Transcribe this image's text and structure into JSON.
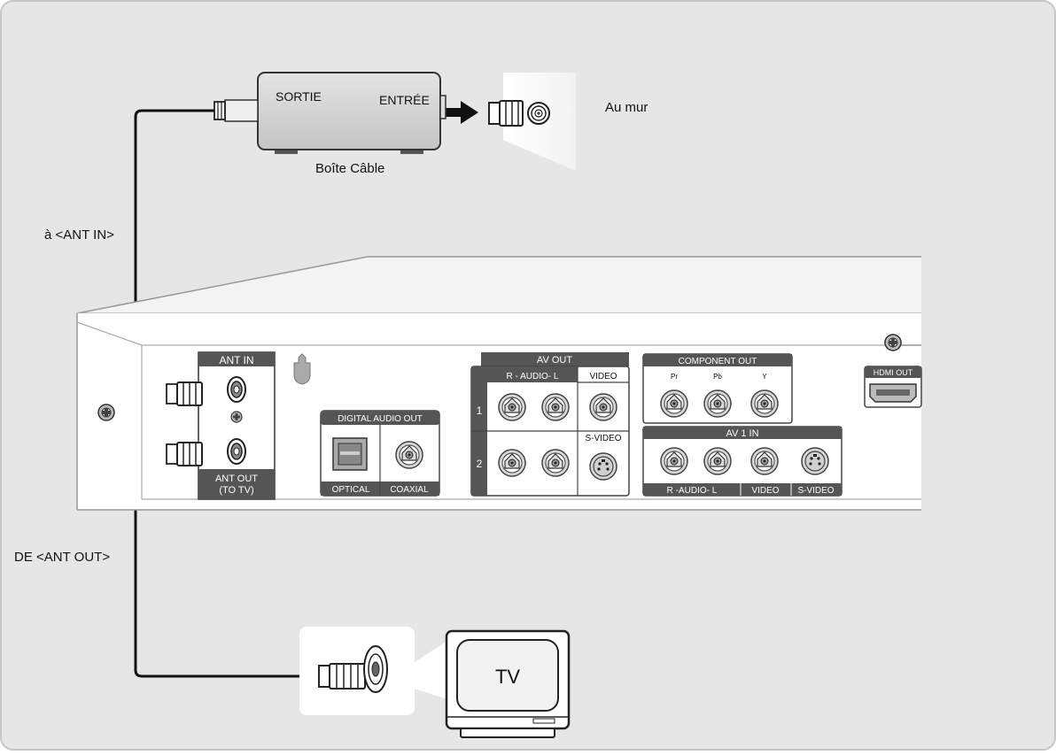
{
  "cable_box": {
    "out_label": "SORTIE",
    "in_label": "ENTRÉE",
    "caption": "Boîte Câble"
  },
  "wall": {
    "label": "Au mur"
  },
  "cable_labels": {
    "to_ant_in": "à <ANT IN>",
    "from_ant_out": "DE <ANT OUT>"
  },
  "antenna_panel": {
    "ant_in": "ANT IN",
    "ant_out_line1": "ANT OUT",
    "ant_out_line2": "(TO TV)"
  },
  "digital_audio": {
    "title": "DIGITAL AUDIO OUT",
    "optical": "OPTICAL",
    "coaxial": "COAXIAL"
  },
  "av_out": {
    "title": "AV OUT",
    "audio": "R - AUDIO- L",
    "video": "VIDEO",
    "svideo": "S-VIDEO",
    "row1": "1",
    "row2": "2"
  },
  "component_out": {
    "title": "COMPONENT OUT",
    "pr": "Pr",
    "pb": "Pb",
    "y": "Y"
  },
  "av1_in": {
    "title": "AV 1 IN",
    "audio": "R -AUDIO- L",
    "video": "VIDEO",
    "svideo": "S-VIDEO"
  },
  "hdmi": {
    "label": "HDMI OUT"
  },
  "tv": {
    "label": "TV"
  },
  "colors": {
    "background": "#e6e6e6",
    "panel_dark": "#555555",
    "cable": "#111111",
    "device_body": "#cfcfcf"
  }
}
